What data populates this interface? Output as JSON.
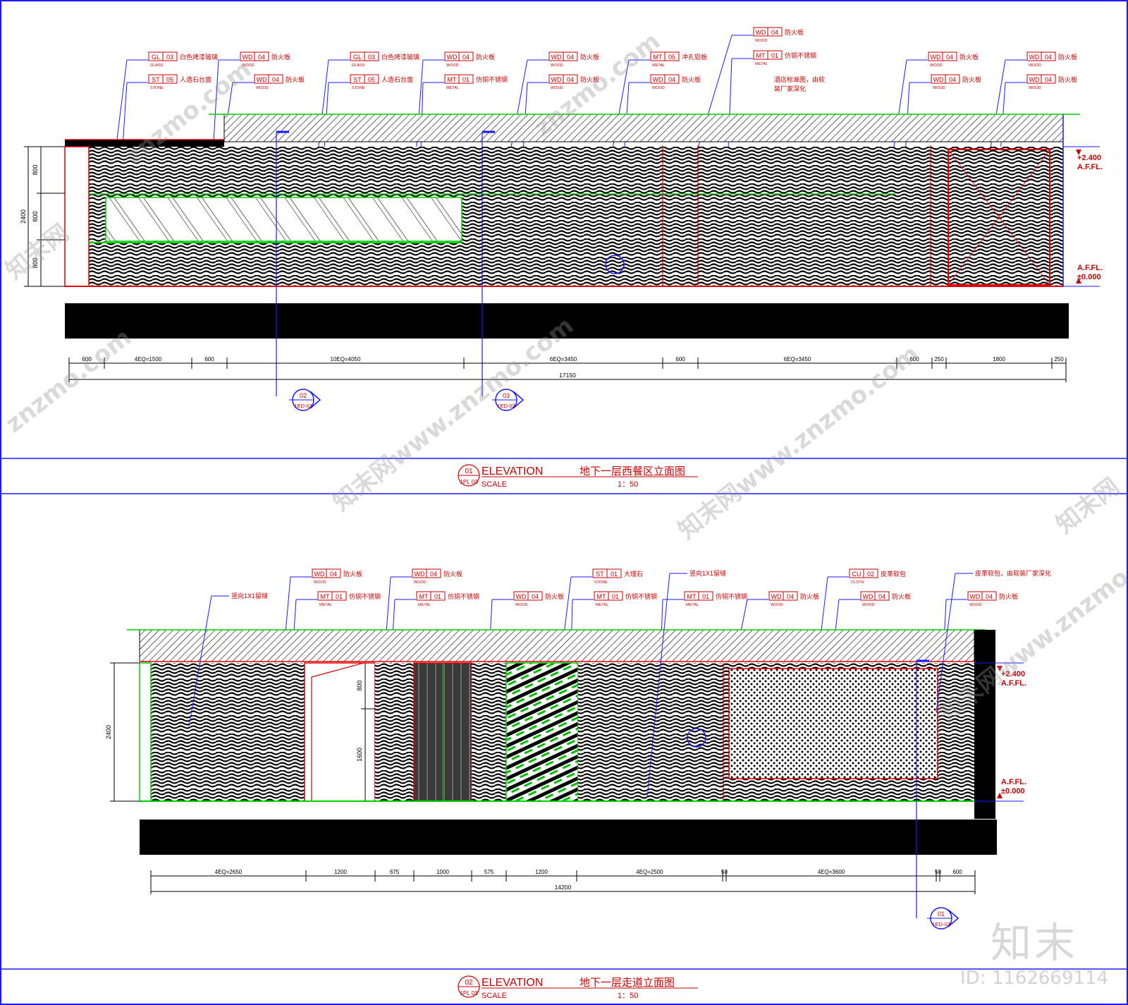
{
  "colors": {
    "line": "#1a1aff",
    "tagFrame": "#cc0000",
    "tagText": "#cc0000",
    "green": "#00d000",
    "red": "#e00000",
    "black": "#000000"
  },
  "watermarks": [
    "知末网www.znzmo.com",
    "znzmo.com",
    "知末网"
  ],
  "brand": "知末",
  "image_id": "ID: 1162669114",
  "drawings": [
    {
      "tags": [
        {
          "code": "GL",
          "num": "03",
          "label": "白色烤漆玻璃",
          "sub": "GLASS"
        },
        {
          "code": "ST",
          "num": "05",
          "label": "人造石台面",
          "sub": "STONE"
        },
        {
          "code": "WD",
          "num": "04",
          "label": "防火板",
          "sub": "WOOD"
        },
        {
          "code": "WD",
          "num": "04",
          "label": "防火板",
          "sub": "WOOD"
        },
        {
          "code": "GL",
          "num": "03",
          "label": "白色烤漆玻璃",
          "sub": "GLASS"
        },
        {
          "code": "ST",
          "num": "05",
          "label": "人造石台面",
          "sub": "STONE"
        },
        {
          "code": "WD",
          "num": "04",
          "label": "防火板",
          "sub": "WOOD"
        },
        {
          "code": "MT",
          "num": "01",
          "label": "仿铜不锈钢",
          "sub": "METAL"
        },
        {
          "code": "WD",
          "num": "04",
          "label": "防火板",
          "sub": "WOOD"
        },
        {
          "code": "WD",
          "num": "04",
          "label": "防火板",
          "sub": "WOOD"
        },
        {
          "code": "MT",
          "num": "05",
          "label": "冲孔铝板",
          "sub": "METAL"
        },
        {
          "code": "WD",
          "num": "04",
          "label": "防火板",
          "sub": "WOOD"
        },
        {
          "code": "WD",
          "num": "04",
          "label": "防火板",
          "sub": "WOOD"
        },
        {
          "code": "MT",
          "num": "01",
          "label": "仿铜不锈钢",
          "sub": "METAL"
        },
        {
          "code": "WD",
          "num": "04",
          "label": "防火板",
          "sub": "WOOD"
        },
        {
          "code": "WD",
          "num": "04",
          "label": "防火板",
          "sub": "WOOD"
        },
        {
          "code": "WD",
          "num": "04",
          "label": "防火板",
          "sub": "WOOD"
        },
        {
          "code": "WD",
          "num": "04",
          "label": "防火板",
          "sub": "WOOD"
        }
      ],
      "notes": [
        "酒店标准图，由软",
        "装厂家深化"
      ],
      "levels": [
        "+2.400",
        "A.F.FL.",
        "A.F.FL.",
        "±0.000"
      ],
      "vdims": {
        "total": "2400",
        "parts": [
          "800",
          "800",
          "800"
        ]
      },
      "dims": [
        "600",
        "4EQ=1500",
        "600",
        "10EQ=4050",
        "6EQ=3450",
        "600",
        "6EQ=3450",
        "600",
        "250",
        "1800",
        "250"
      ],
      "total": "17150",
      "sections": [
        {
          "num": "02",
          "ref": "1ED-02"
        },
        {
          "num": "03",
          "ref": "1ED-02"
        }
      ],
      "title": {
        "num": "01",
        "sheet": "1PL 03",
        "en": "ELEVATION",
        "cn": "地下一层西餐区立面图",
        "scale_label": "SCALE",
        "scale": "1：50"
      }
    },
    {
      "tags": [
        {
          "code": "WD",
          "num": "04",
          "label": "防火板",
          "sub": "WOOD"
        },
        {
          "code": "MT",
          "num": "01",
          "label": "仿铜不锈钢",
          "sub": "METAL"
        },
        {
          "code": "WD",
          "num": "04",
          "label": "防火板",
          "sub": "WOOD"
        },
        {
          "code": "MT",
          "num": "01",
          "label": "仿铜不锈钢",
          "sub": "METAL"
        },
        {
          "code": "WD",
          "num": "04",
          "label": "防火板",
          "sub": "WOOD"
        },
        {
          "code": "ST",
          "num": "01",
          "label": "大理石",
          "sub": "STONE"
        },
        {
          "code": "MT",
          "num": "01",
          "label": "仿铜不锈钢",
          "sub": "METAL"
        },
        {
          "code": "MT",
          "num": "01",
          "label": "仿铜不锈钢",
          "sub": "METAL"
        },
        {
          "code": "WD",
          "num": "04",
          "label": "防火板",
          "sub": "WOOD"
        },
        {
          "code": "CU",
          "num": "02",
          "label": "皮革软包",
          "sub": "CLOTH"
        },
        {
          "code": "WD",
          "num": "04",
          "label": "防火板",
          "sub": "WOOD"
        },
        {
          "code": "WD",
          "num": "04",
          "label": "防火板",
          "sub": "WOOD"
        }
      ],
      "notes": [
        "竖向1X1留缝",
        "竖向1X1留缝",
        "皮革软包，由软装厂家深化"
      ],
      "levels": [
        "+2.400",
        "A.F.FL.",
        "A.F.FL.",
        "±0.000"
      ],
      "vdims": {
        "total": "2400",
        "parts": [
          "800",
          "1600"
        ]
      },
      "dims": [
        "4EQ=2650",
        "1200",
        "675",
        "1000",
        "575",
        "1200",
        "4EQ=2500",
        "50",
        "4EQ=3600",
        "50",
        "600"
      ],
      "total": "14200",
      "sections": [
        {
          "num": "01",
          "ref": "1ED-02"
        }
      ],
      "title": {
        "num": "02",
        "sheet": "1PL 03",
        "en": "ELEVATION",
        "cn": "地下一层走道立面图",
        "scale_label": "SCALE",
        "scale": "1：50"
      }
    }
  ]
}
